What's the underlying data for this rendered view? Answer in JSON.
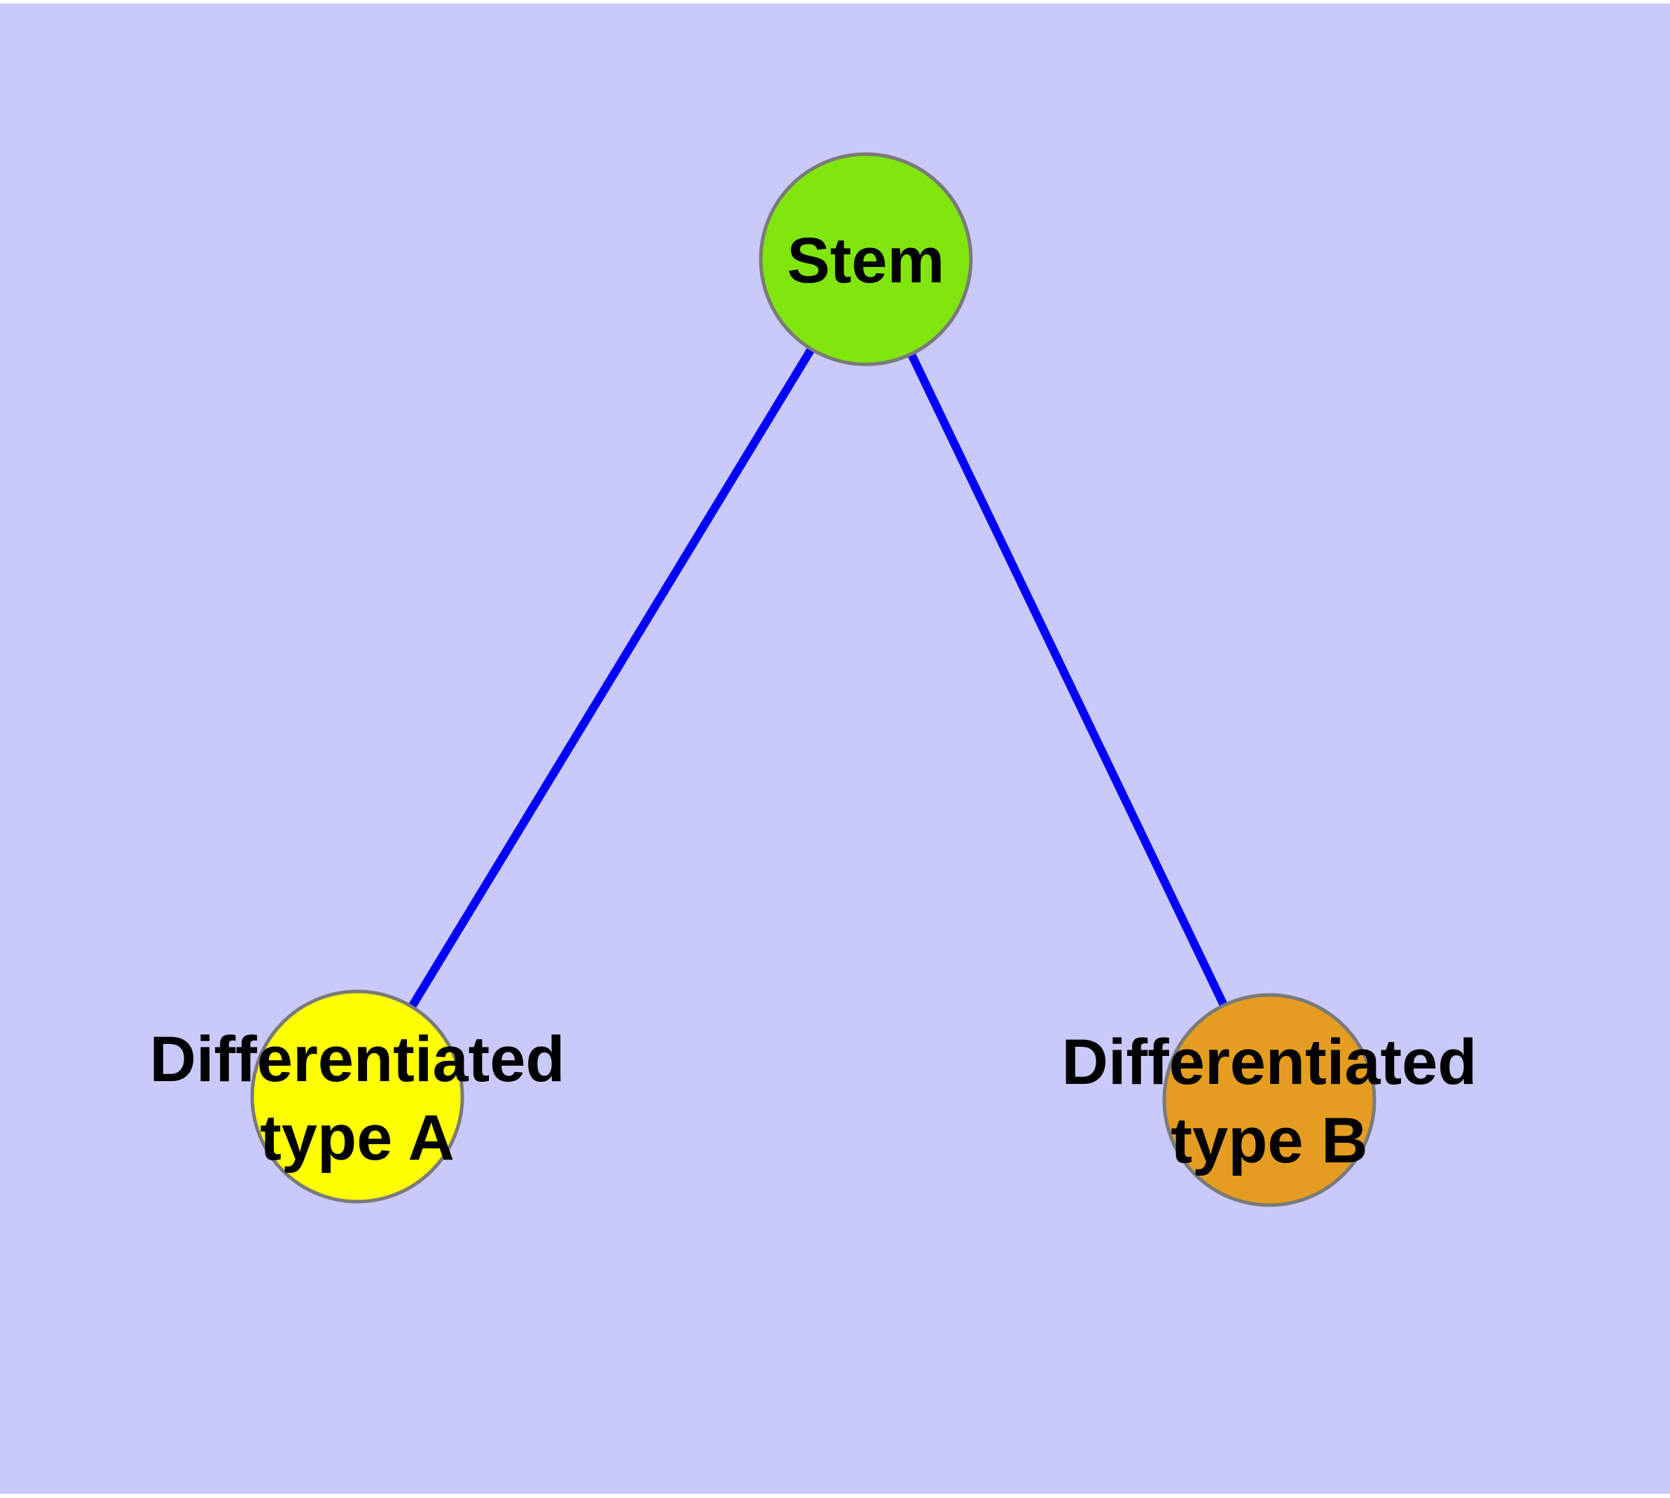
{
  "colors": {
    "page_margin": "#ffffff",
    "canvas_background": "#c9c9fa",
    "edge": "#0000ff",
    "node_border": "#7a7a7a"
  },
  "nodes": [
    {
      "id": "stem",
      "lines": [
        "Stem"
      ],
      "fill": "#80e60e"
    },
    {
      "id": "differentiated-type-a",
      "lines": [
        "Differentiated",
        "type A"
      ],
      "fill": "#ffff00"
    },
    {
      "id": "differentiated-type-b",
      "lines": [
        "Differentiated",
        "type B"
      ],
      "fill": "#e49d20"
    }
  ],
  "edges": [
    {
      "from": "stem",
      "to": "differentiated-type-a"
    },
    {
      "from": "stem",
      "to": "differentiated-type-b"
    }
  ]
}
